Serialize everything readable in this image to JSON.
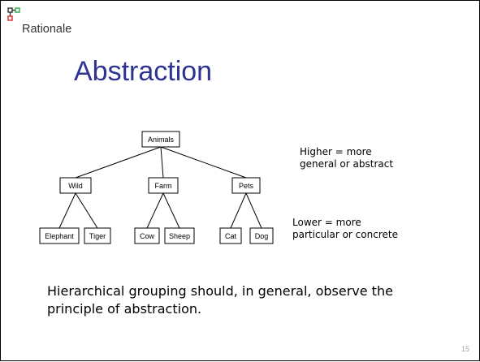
{
  "slide": {
    "logo": {
      "text": "Rationale",
      "mark_colors": {
        "nodes": "#333333",
        "accent": "#2aa84a",
        "root": "#e0242a"
      }
    },
    "title": "Abstraction",
    "title_color": "#2e3292",
    "tree": {
      "root": "Animals",
      "groups": [
        {
          "label": "Wild",
          "children": [
            "Elephant",
            "Tiger"
          ]
        },
        {
          "label": "Farm",
          "children": [
            "Cow",
            "Sheep"
          ]
        },
        {
          "label": "Pets",
          "children": [
            "Cat",
            "Dog"
          ]
        }
      ]
    },
    "notes": {
      "higher": [
        "Higher = more",
        "general or abstract"
      ],
      "lower": [
        "Lower = more",
        "particular or concrete"
      ]
    },
    "body": [
      "Hierarchical grouping should, in general, observe the",
      "principle of abstraction."
    ],
    "page_number": "15"
  }
}
